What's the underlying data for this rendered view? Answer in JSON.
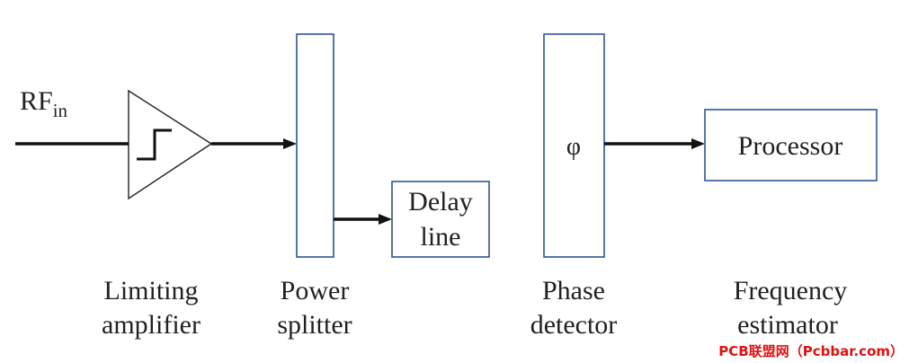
{
  "input": {
    "label": "RF",
    "subscript": "in"
  },
  "blocks": {
    "limiting_amplifier": {
      "caption_line1": "Limiting",
      "caption_line2": "amplifier"
    },
    "power_splitter": {
      "caption_line1": "Power",
      "caption_line2": "splitter"
    },
    "delay_line": {
      "text_line1": "Delay",
      "text_line2": "line"
    },
    "phase_detector": {
      "symbol": "φ",
      "caption_line1": "Phase",
      "caption_line2": "detector"
    },
    "processor": {
      "text": "Processor",
      "caption_line1": "Frequency",
      "caption_line2": "estimator"
    }
  },
  "watermark": {
    "text": "PCB联盟网（Pcbbar.com）",
    "color": "#e01010"
  },
  "colors": {
    "box_stroke": "#2e5597",
    "wire": "#111111"
  }
}
